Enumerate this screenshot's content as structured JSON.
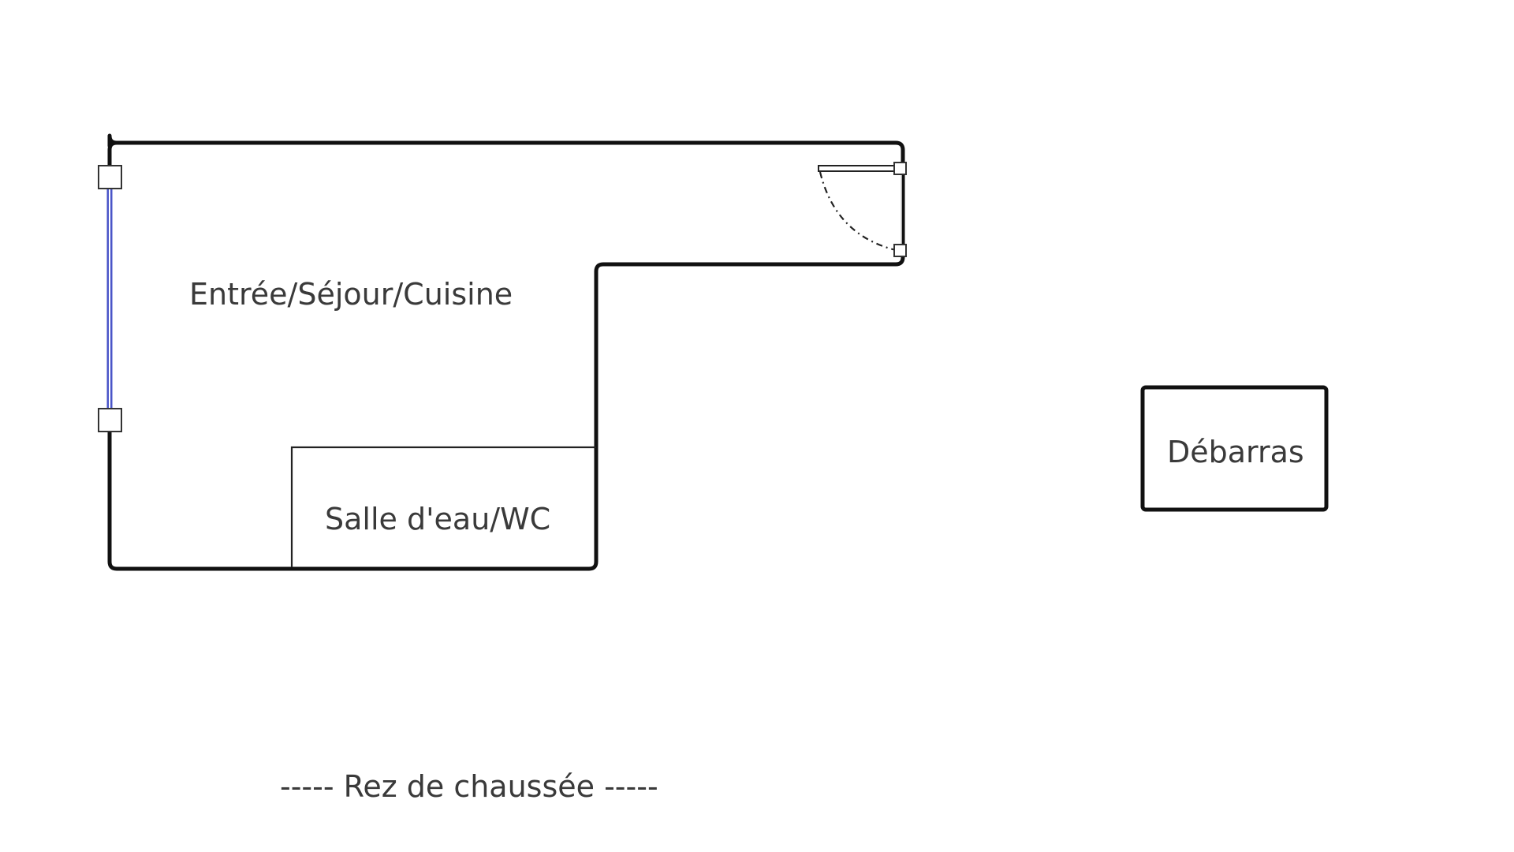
{
  "rooms": {
    "main": "Entrée/Séjour/Cuisine",
    "bath": "Salle d'eau/WC",
    "storage": "Débarras"
  },
  "caption": "----- Rez de chaussée -----",
  "colors": {
    "wall": "#111111",
    "window": "#4a55c8",
    "text": "#3a3a3a"
  }
}
